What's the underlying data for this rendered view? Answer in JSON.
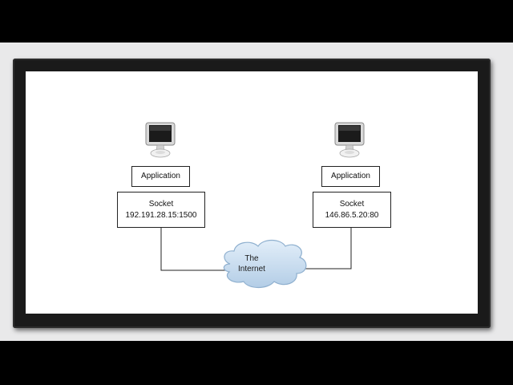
{
  "diagram": {
    "left": {
      "application_label": "Application",
      "socket_label": "Socket",
      "socket_address": "192.191.28.15:1500"
    },
    "right": {
      "application_label": "Application",
      "socket_label": "Socket",
      "socket_address": "146.86.5.20:80"
    },
    "cloud": {
      "line1": "The",
      "line2": "Internet"
    }
  },
  "colors": {
    "cloud_fill": "#c7dcef",
    "cloud_stroke": "#8fb0cf",
    "frame": "#1a1a1a",
    "slide": "#ffffff"
  },
  "icons": {
    "computer": "imac-computer-icon",
    "cloud": "internet-cloud-icon"
  }
}
